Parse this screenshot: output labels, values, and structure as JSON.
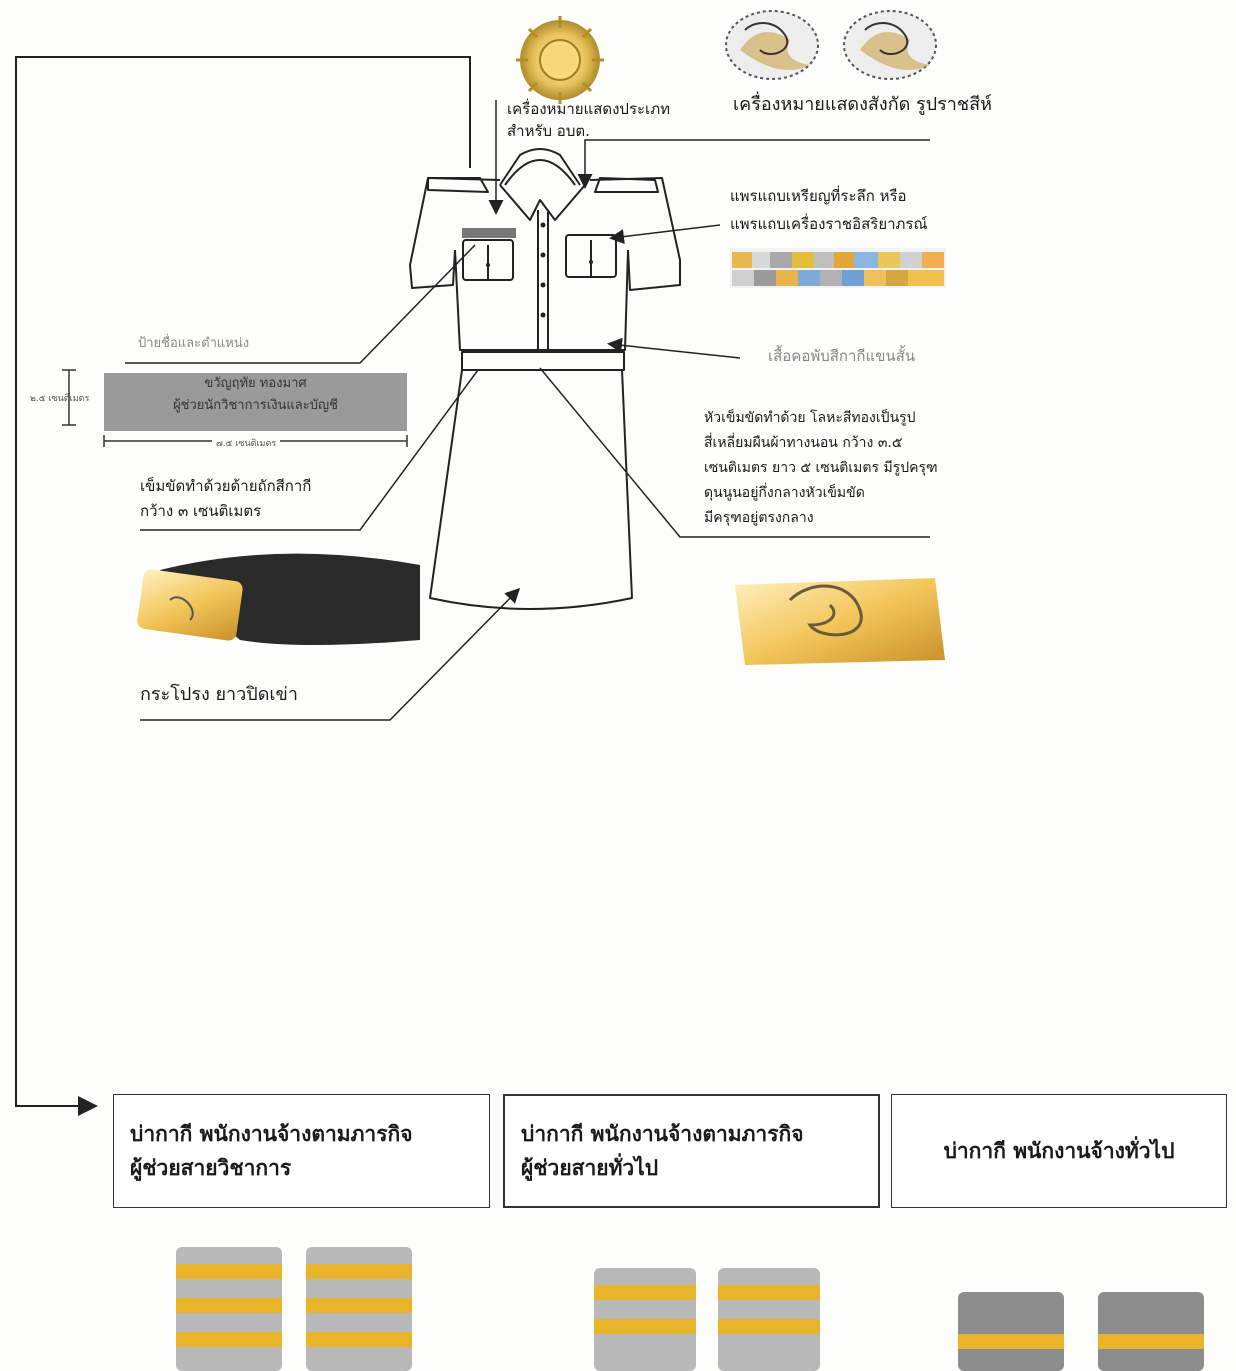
{
  "labels": {
    "type_badge": [
      "เครื่องหมายแสดงประเภท",
      "สำหรับ อบต."
    ],
    "affiliation_badge": "เครื่องหมายแสดงสังกัด รูปราชสีห์",
    "ribbon": [
      "แพรแถบเหรียญที่ระลึก หรือ",
      "แพรแถบเครื่องราชอิสริยาภรณ์"
    ],
    "name_plate": "ป้ายชื่อและตำแหน่ง",
    "name_plate_text": [
      "ขวัญฤทัย ทองมาศ",
      "ผู้ช่วยนักวิชาการเงินและบัญชี"
    ],
    "shirt": "เสื้อคอพับสีกากีแขนสั้น",
    "buckle": [
      "หัวเข็มขัดทำด้วย โลหะสีทองเป็นรูป",
      "สี่เหลี่ยมผืนผ้าทางนอน กว้าง ๓.๕",
      "เซนติเมตร ยาว ๕ เซนติเมตร มีรูปครุฑ",
      "ดุนนูนอยู่กึ่งกลางหัวเข็มขัด",
      "มีครุฑอยู่ตรงกลาง"
    ],
    "belt": [
      "เข็มขัดทำด้วยด้ายถักสีกากี",
      "กว้าง ๓ เซนติเมตร"
    ],
    "skirt": "กระโปรง ยาวปิดเข่า",
    "plate_width": "๒.๕ เซนติเมตร",
    "plate_length": "๗.๕ เซนติเมตร"
  },
  "boxes": [
    {
      "lines": [
        "บ่ากากี พนักงานจ้างตามภารกิจ",
        "ผู้ช่วยสายวิชาการ"
      ],
      "stripes": 3
    },
    {
      "lines": [
        "บ่ากากี พนักงานจ้างตามภารกิจ",
        "ผู้ช่วยสายทั่วไป"
      ],
      "stripes": 2
    },
    {
      "lines": [
        "บ่ากากี พนักงานจ้างทั่วไป"
      ],
      "stripes": 1
    }
  ],
  "colors": {
    "gold": "#e8b52a",
    "epaulette_light": "#b9b9b9",
    "epaulette_dark": "#8d8d8d",
    "belt": "#2a2a2a",
    "line": "#222222"
  }
}
